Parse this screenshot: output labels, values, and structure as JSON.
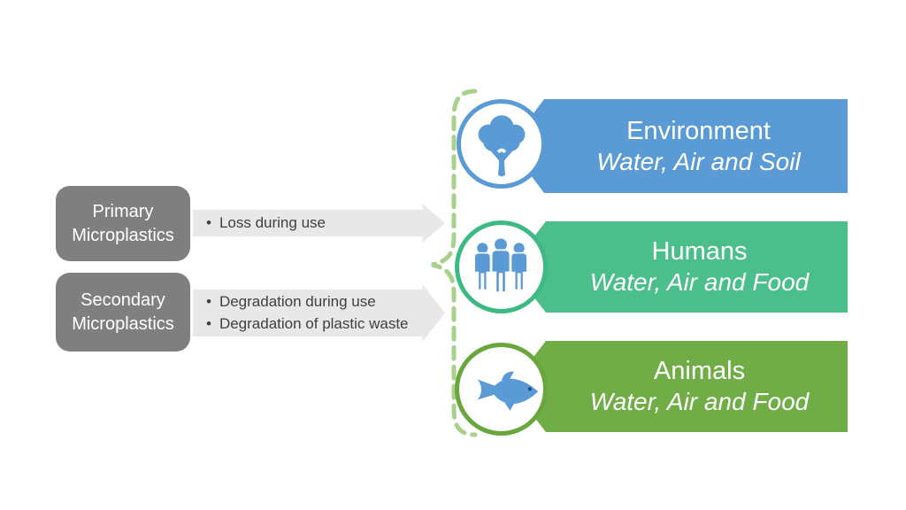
{
  "sources": [
    {
      "label": "Primary\nMicroplastics"
    },
    {
      "label": "Secondary\nMicroplastics"
    }
  ],
  "arrows": [
    {
      "items": [
        "Loss during use"
      ]
    },
    {
      "items": [
        "Degradation during use",
        "Degradation of plastic waste"
      ]
    }
  ],
  "targets": [
    {
      "title": "Environment",
      "subtitle": "Water, Air and Soil",
      "icon": "tree-icon",
      "banner_color": "#5b9bd5",
      "circle_border": "#5b9bd5",
      "icon_color": "#5b9bd5"
    },
    {
      "title": "Humans",
      "subtitle": "Water, Air and Food",
      "icon": "people-icon",
      "banner_color": "#4bbf8b",
      "circle_border": "#3dba84",
      "icon_color": "#5b9bd5"
    },
    {
      "title": "Animals",
      "subtitle": "Water, Air and Food",
      "icon": "fish-icon",
      "banner_color": "#70ad47",
      "circle_border": "#69a63c",
      "icon_color": "#5b9bd5"
    }
  ],
  "colors": {
    "background": "#ffffff",
    "source_box": "#7f7f7f",
    "source_text": "#ffffff",
    "arrow_fill": "#e8e8e8",
    "arrow_text": "#3f3f3f",
    "brace": "#a9d18e",
    "banner_text": "#ffffff"
  }
}
